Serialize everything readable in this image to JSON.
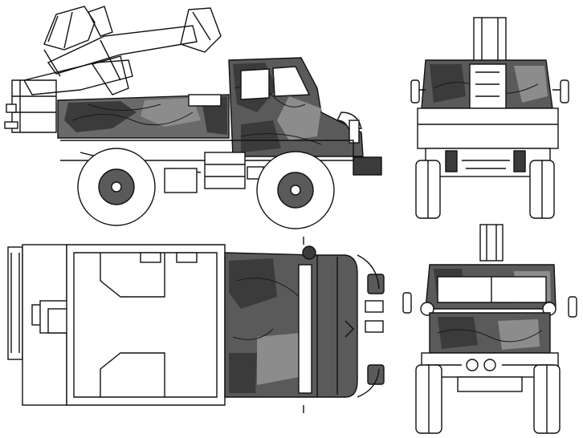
{
  "drawing": {
    "subject": "",
    "views": [
      {
        "name": "side-view"
      },
      {
        "name": "rear-view"
      },
      {
        "name": "top-view"
      },
      {
        "name": "front-view"
      }
    ],
    "colors": {
      "background": "#ffffff",
      "outline": "#111111",
      "camo_dark": "#3b3b3b",
      "camo_mid": "#6a6a6a",
      "camo_light": "#8c8c8c",
      "tire": "#5a5a5a"
    }
  }
}
